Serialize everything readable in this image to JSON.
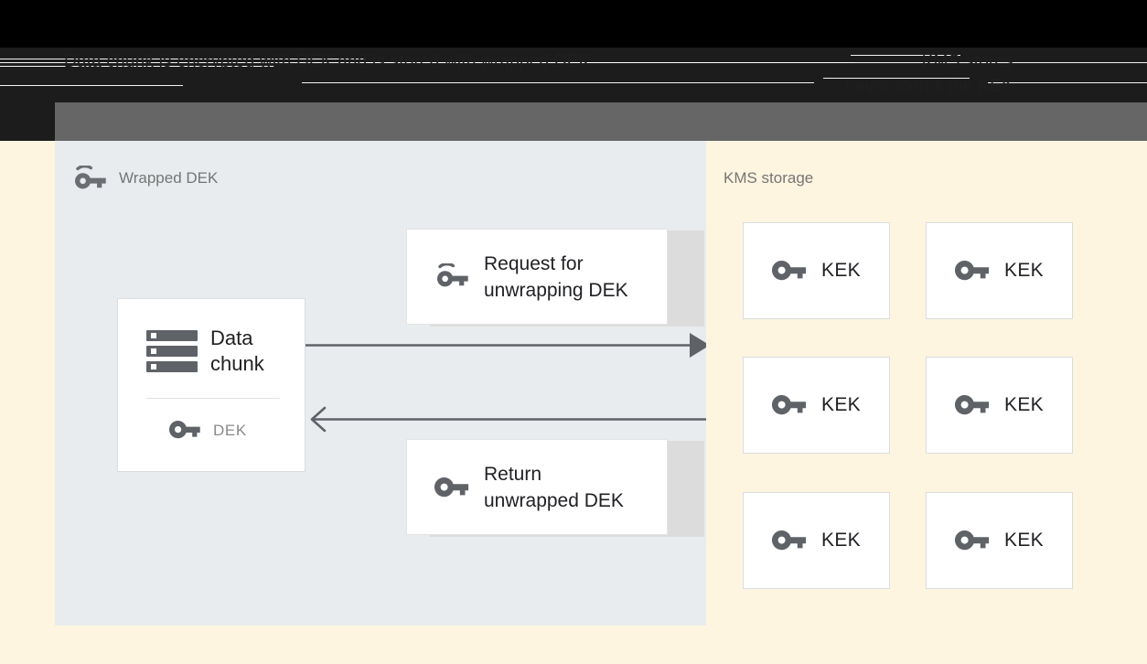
{
  "header": {
    "left_line1": "Data chunk is encrypted with DEK",
    "left_line2": "and is stored with wrapped DEK",
    "right_line1": "KMS stores",
    "right_line2": "never stores the KEK"
  },
  "colors": {
    "panel_blue": "#e8ecef",
    "panel_cream": "#fdf5e0",
    "card_white": "#ffffff",
    "card_border": "#dadce0",
    "icon_gray": "#5f6368",
    "text_dark": "#202124",
    "text_muted": "#757575",
    "arrow": "#5f6368",
    "band_black": "#000000",
    "band_dark": "#1c1c1c",
    "band_gray": "#666666"
  },
  "left_panel": {
    "label": "Wrapped DEK",
    "label_icon": "wrapped-key-icon",
    "data_card": {
      "icon": "storage-stack-icon",
      "title_line1": "Data",
      "title_line2": "chunk",
      "key_icon": "key-icon",
      "key_label": "DEK"
    },
    "messages": [
      {
        "icon": "wrapped-key-icon",
        "line1": "Request for",
        "line2": "unwrapping DEK"
      },
      {
        "icon": "key-icon",
        "line1": "Return",
        "line2": "unwrapped DEK"
      }
    ],
    "arrows": [
      {
        "name": "request-arrow",
        "direction": "right",
        "style": "solid-head"
      },
      {
        "name": "return-arrow",
        "direction": "left",
        "style": "open-head"
      }
    ]
  },
  "right_panel": {
    "label": "KMS storage",
    "keks": [
      {
        "icon": "key-icon",
        "label": "KEK"
      },
      {
        "icon": "key-icon",
        "label": "KEK"
      },
      {
        "icon": "key-icon",
        "label": "KEK"
      },
      {
        "icon": "key-icon",
        "label": "KEK"
      },
      {
        "icon": "key-icon",
        "label": "KEK"
      },
      {
        "icon": "key-icon",
        "label": "KEK"
      }
    ]
  }
}
